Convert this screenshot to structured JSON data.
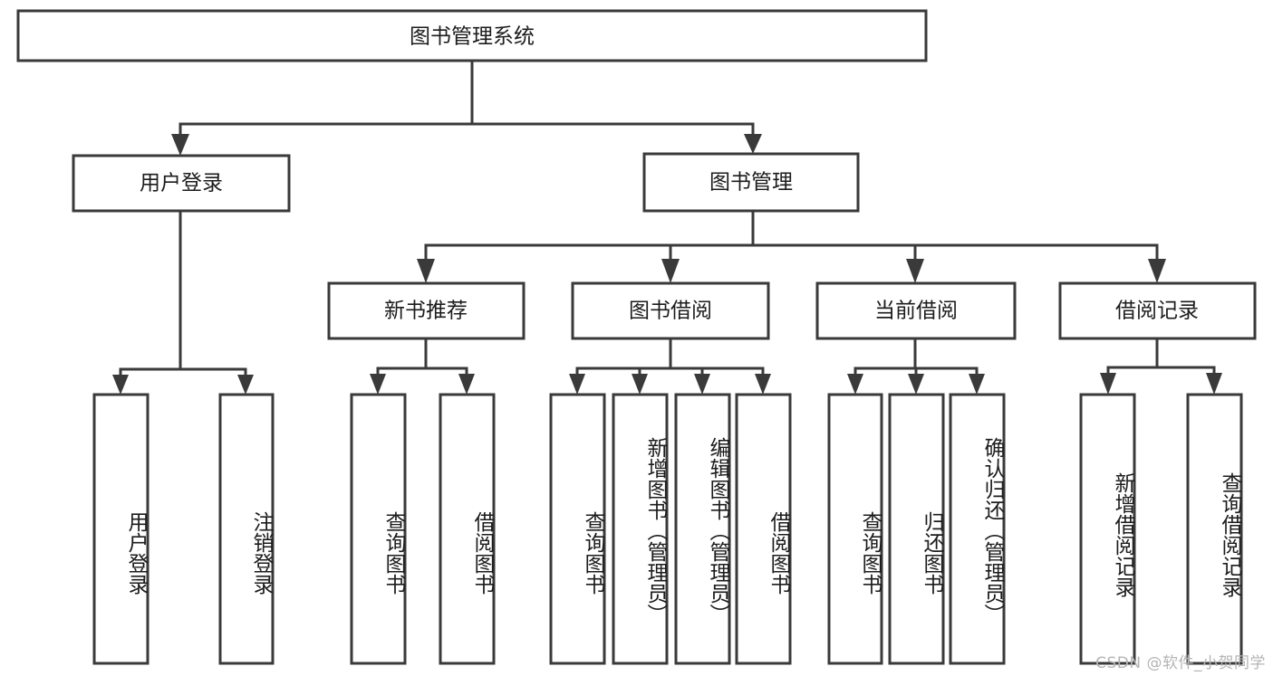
{
  "diagram": {
    "type": "tree",
    "title": "图书管理系统",
    "watermark": "CSDN @软件_小贺同学",
    "root": {
      "label": "图书管理系统",
      "children": [
        {
          "label": "用户登录",
          "children": [
            {
              "label": "用户登录"
            },
            {
              "label": "注销登录"
            }
          ]
        },
        {
          "label": "图书管理",
          "children": [
            {
              "label": "新书推荐",
              "children": [
                {
                  "label": "查询图书"
                },
                {
                  "label": "借阅图书"
                }
              ]
            },
            {
              "label": "图书借阅",
              "children": [
                {
                  "label": "查询图书"
                },
                {
                  "label": "新增图书（管理员）"
                },
                {
                  "label": "编辑图书（管理员）"
                },
                {
                  "label": "借阅图书"
                }
              ]
            },
            {
              "label": "当前借阅",
              "children": [
                {
                  "label": "查询图书"
                },
                {
                  "label": "归还图书"
                },
                {
                  "label": "确认归还（管理员）"
                }
              ]
            },
            {
              "label": "借阅记录",
              "children": [
                {
                  "label": "新增借阅记录"
                },
                {
                  "label": "查询借阅记录"
                }
              ]
            }
          ]
        }
      ]
    },
    "nodes": {
      "root": {
        "label": "图书管理系统"
      },
      "user_login": {
        "label": "用户登录"
      },
      "book_manage": {
        "label": "图书管理"
      },
      "new_book_rec": {
        "label": "新书推荐"
      },
      "book_borrow": {
        "label": "图书借阅"
      },
      "current_borrow": {
        "label": "当前借阅"
      },
      "borrow_record": {
        "label": "借阅记录"
      },
      "leaf_user_login": {
        "label": "用户登录"
      },
      "leaf_logout": {
        "label": "注销登录"
      },
      "leaf_query_book_1": {
        "label": "查询图书"
      },
      "leaf_borrow_book_1": {
        "label": "借阅图书"
      },
      "leaf_query_book_2": {
        "label": "查询图书"
      },
      "leaf_add_book": {
        "label": "新增图书（管理员）"
      },
      "leaf_edit_book": {
        "label": "编辑图书（管理员）"
      },
      "leaf_borrow_book_2": {
        "label": "借阅图书"
      },
      "leaf_query_book_3": {
        "label": "查询图书"
      },
      "leaf_return_book": {
        "label": "归还图书"
      },
      "leaf_confirm_return": {
        "label": "确认归还（管理员）"
      },
      "leaf_add_record": {
        "label": "新增借阅记录"
      },
      "leaf_query_record": {
        "label": "查询借阅记录"
      }
    },
    "colors": {
      "stroke": "#3a3a3a",
      "fill": "#ffffff",
      "text": "#1c1c1c",
      "watermark": "#b4b4b4",
      "background": "#ffffff"
    }
  }
}
